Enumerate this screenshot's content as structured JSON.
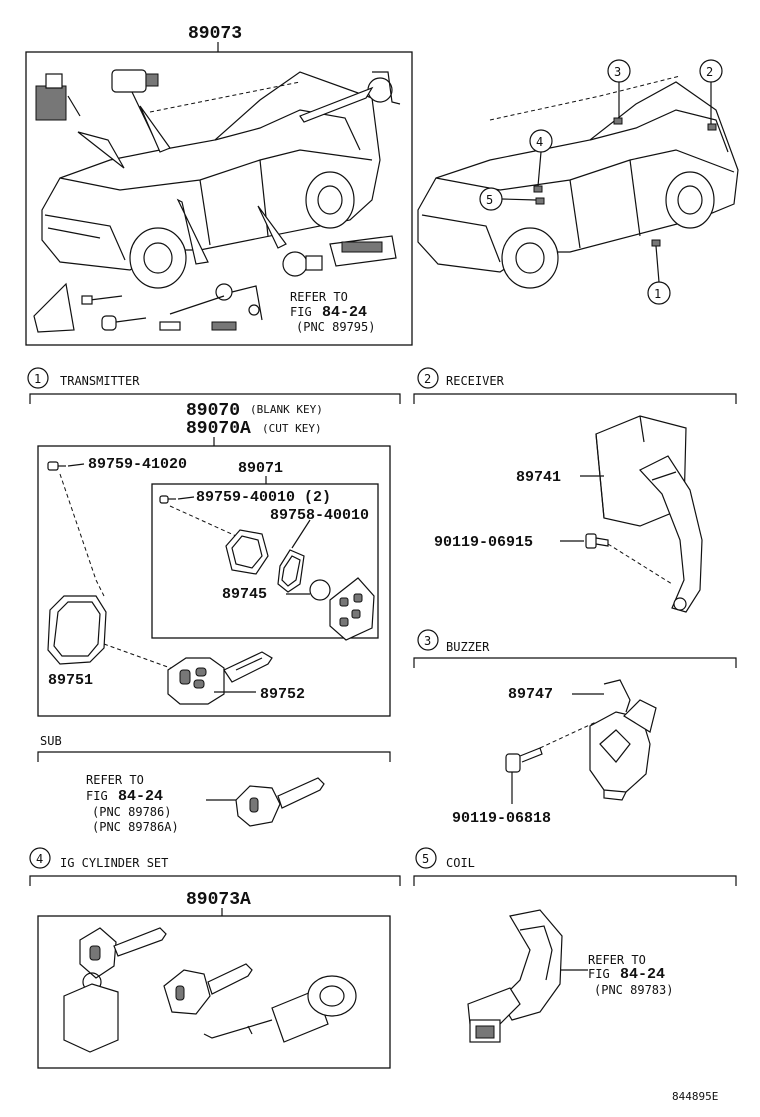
{
  "top": {
    "part_main": "89073",
    "refer_line1": "REFER TO",
    "refer_line2": "FIG",
    "refer_fig": "84-24",
    "refer_pnc": "(PNC 89795)",
    "callouts": [
      "1",
      "2",
      "3",
      "4",
      "5"
    ]
  },
  "sections": {
    "transmitter": {
      "num": "1",
      "title": "TRANSMITTER",
      "p_blank": "89070",
      "p_blank_note": "(BLANK KEY)",
      "p_cut": "89070A",
      "p_cut_note": "(CUT KEY)",
      "screw_outer": "89759-41020",
      "p_inner": "89071",
      "screw_inner": "89759-40010 (2)",
      "gasket": "89758-40010",
      "battery": "89745",
      "case": "89751",
      "key": "89752"
    },
    "sub": {
      "title": "SUB",
      "refer_line1": "REFER TO",
      "refer_line2": "FIG",
      "refer_fig": "84-24",
      "pnc1": "(PNC 89786)",
      "pnc2": "(PNC 89786A)"
    },
    "receiver": {
      "num": "2",
      "title": "RECEIVER",
      "unit": "89741",
      "bolt": "90119-06915"
    },
    "buzzer": {
      "num": "3",
      "title": "BUZZER",
      "unit": "89747",
      "bolt": "90119-06818"
    },
    "ig_cylinder": {
      "num": "4",
      "title": "IG CYLINDER SET",
      "part": "89073A"
    },
    "coil": {
      "num": "5",
      "title": "COIL",
      "refer_line1": "REFER TO",
      "refer_line2": "FIG",
      "refer_fig": "84-24",
      "refer_pnc": "(PNC 89783)"
    }
  },
  "footer": {
    "code": "844895E"
  }
}
